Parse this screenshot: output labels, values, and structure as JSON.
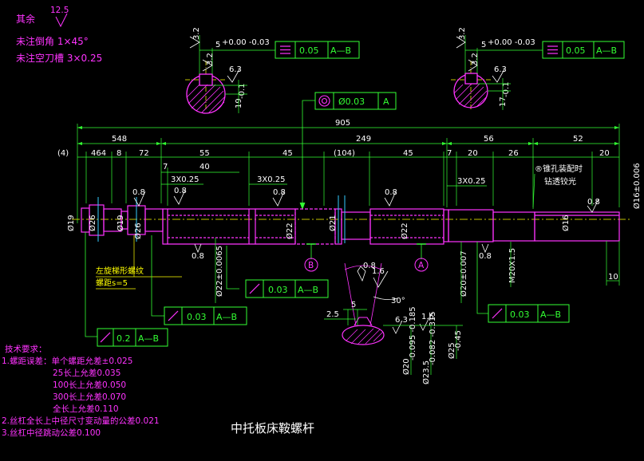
{
  "header_notes": {
    "rest_label": "其余",
    "rest_roughness": "12.5",
    "chamfer_note": "未注倒角 1×45°",
    "groove_note": "未注空刀槽 3×0.25"
  },
  "overall_dims": {
    "total": "905",
    "d548": "548",
    "d249": "249",
    "d56": "56",
    "d52": "52",
    "d4": "(4)",
    "d464": "464",
    "d8": "8",
    "d72": "72",
    "d55": "55",
    "d45a": "45",
    "d104": "(104)",
    "d45b": "45",
    "d7b": "7",
    "d20a": "20",
    "d26": "26",
    "d20b": "20",
    "d7a": "7",
    "d40": "40",
    "groove1": "3X0.25",
    "groove2": "3X0.25",
    "groove3": "3X0.25",
    "d10": "10"
  },
  "diameters": {
    "d19a": "Ø19",
    "d26a": "Ø26",
    "d19b": "Ø19",
    "d26b": "Ø26",
    "d22_tol": "Ø22",
    "d21": "Ø21",
    "d22b_tol": "Ø22",
    "d16": "Ø16",
    "d16_tol": "Ø16±0.006",
    "d22_js": "Ø22±0.0065",
    "d20_js": "Ø20±0.007",
    "thread": "M20X1.5"
  },
  "section_left": {
    "width": "5",
    "width_tol": "+0.00\n-0.03",
    "depth": "19",
    "depth_tol": "-0.1",
    "roughness_a": "3.2",
    "roughness_b": "3.2",
    "roughness_c": "6.3"
  },
  "section_right": {
    "width": "5",
    "width_tol": "+0.00\n-0.03",
    "depth": "17",
    "depth_tol": "-0.1",
    "roughness_a": "3.2",
    "roughness_b": "3.2",
    "roughness_c": "6.3"
  },
  "tolerance_frames": {
    "sym_left": {
      "value": "0.05",
      "datum": "A—B"
    },
    "sym_right": {
      "value": "0.05",
      "datum": "A—B"
    },
    "concentric": {
      "value": "Ø0.03",
      "datum": "A"
    },
    "runout1": {
      "value": "0.03",
      "datum": "A—B"
    },
    "runout2": {
      "value": "0.03",
      "datum": "A—B"
    },
    "runout3": {
      "value": "0.03",
      "datum": "A—B"
    },
    "runout4": {
      "value": "0.2",
      "datum": "A—B"
    }
  },
  "datums": {
    "a": "A",
    "b": "B"
  },
  "roughness_marks": [
    "0.8",
    "0.8",
    "0.8",
    "0.8",
    "0.8",
    "0.8",
    "0.8",
    "0.8",
    "1.6",
    "6.3",
    "1.6"
  ],
  "annotations": {
    "thread_note_1": "左旋梯形螺纹",
    "thread_note_2": "螺距s=5",
    "taper_note_1": "®锥孔装配时",
    "taper_note_2": "钻透铰光"
  },
  "thread_profile": {
    "angle": "30°",
    "pitch_a": "5",
    "pitch_b": "2.5",
    "d20": "Ø20",
    "d20_tol": "-0.095\n-0.185",
    "d23": "Ø23.5",
    "d23_tol": "-0.082\n-0.315",
    "d25": "Ø25",
    "d25_tol": "-0.45",
    "rough": "1.6"
  },
  "tech_requirements": {
    "heading": "技术要求：",
    "lines": [
      "1.螺距误差：单个螺距允差±0.025",
      "25长上允差0.035",
      "100长上允差0.050",
      "300长上允差0.070",
      "全长上允差0.110",
      "2.丝杠全长上中径尺寸变动量的公差0.021",
      "3.丝杠中径跳动公差0.100"
    ]
  },
  "drawing_title": "中托板床鞍螺杆",
  "colors": {
    "background": "#000000",
    "outline": "#ff33ff",
    "dimension": "#33ff33",
    "text": "#ffffff",
    "centerline": "#ffff00",
    "hatch": "#ff33ff",
    "axis": "#33ccff"
  }
}
